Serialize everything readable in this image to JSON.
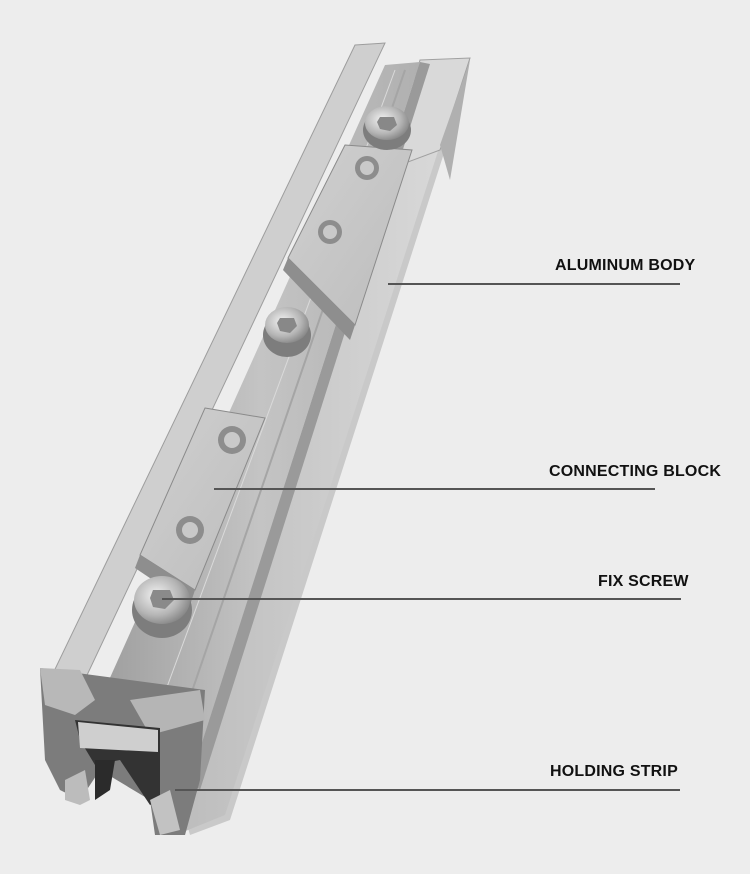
{
  "diagram": {
    "subject": "aluminum rail assembly",
    "background": "#ededed",
    "callouts": [
      {
        "label": "ALUMINUM BODY"
      },
      {
        "label": "CONNECTING BLOCK"
      },
      {
        "label": "FIX SCREW"
      },
      {
        "label": "HOLDING STRIP"
      }
    ],
    "colors": {
      "line": "#555555",
      "text": "#111111"
    }
  }
}
